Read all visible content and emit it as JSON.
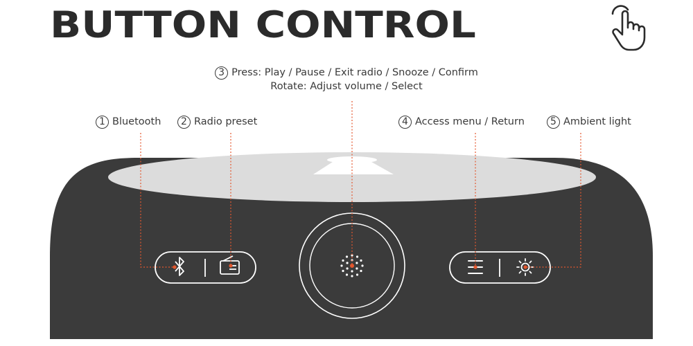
{
  "title": "BUTTON CONTROL",
  "icons": {
    "header": "hand-pointer-icon",
    "button_1": "bluetooth-icon",
    "button_2": "radio-icon",
    "button_3": "knob-dots-icon",
    "button_4": "menu-icon",
    "button_5": "sun-icon"
  },
  "colors": {
    "body": "#3b3b3b",
    "top_surface": "#dcdcdc",
    "accent": "#e4572e",
    "outline": "#ffffff",
    "text": "#3a3a3a"
  },
  "callouts": [
    {
      "number": "1",
      "label": "Bluetooth"
    },
    {
      "number": "2",
      "label": "Radio preset"
    },
    {
      "number": "3",
      "lines": [
        "Press: Play / Pause / Exit radio / Snooze / Confirm",
        "Rotate: Adjust volume / Select"
      ]
    },
    {
      "number": "4",
      "label": "Access menu / Return"
    },
    {
      "number": "5",
      "label": "Ambient light"
    }
  ]
}
